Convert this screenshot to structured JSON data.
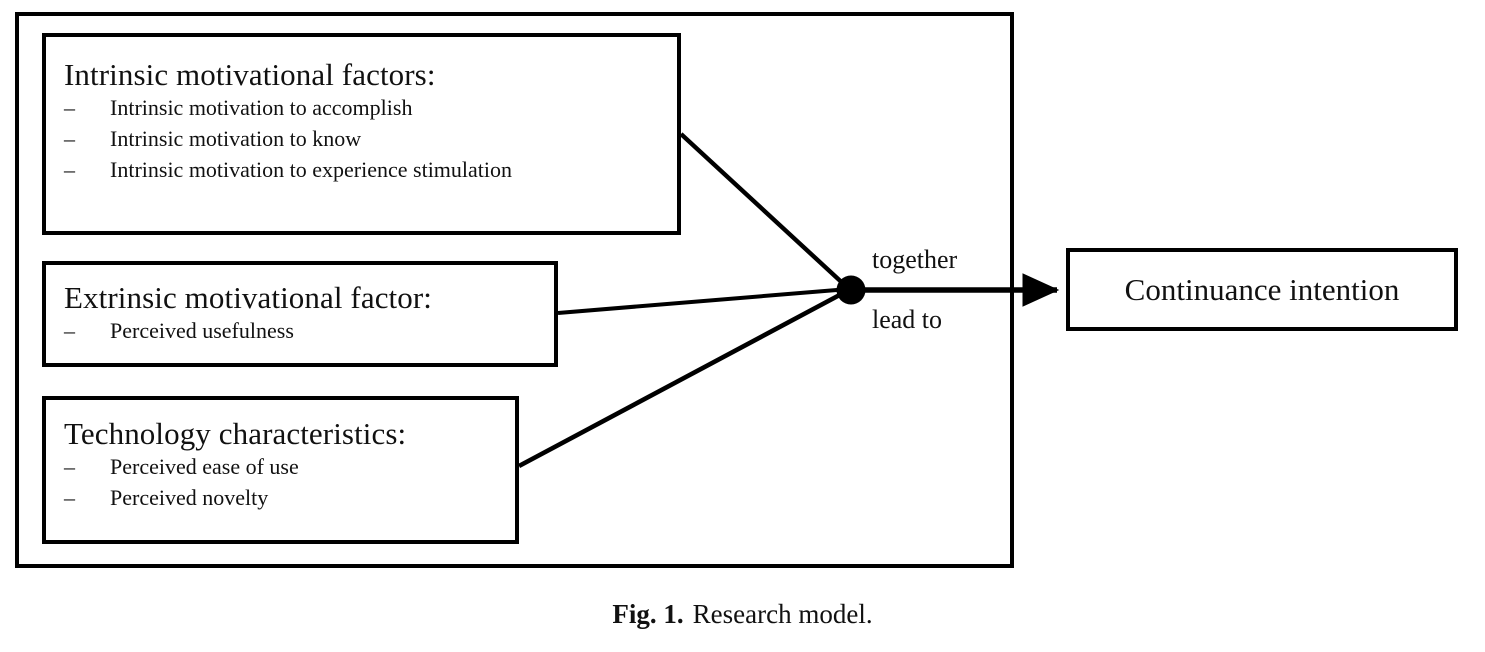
{
  "figure": {
    "caption_label": "Fig. 1.",
    "caption_text": "Research model."
  },
  "colors": {
    "stroke": "#000000",
    "background": "#ffffff",
    "text": "#111111"
  },
  "diagram": {
    "type": "conceptual-research-model",
    "antecedent_boxes": [
      {
        "id": "intrinsic",
        "heading": "Intrinsic motivational factors:",
        "bullet_marker": "–",
        "items": [
          "Intrinsic motivation to accomplish",
          "Intrinsic motivation to know",
          "Intrinsic motivation to experience stimulation"
        ]
      },
      {
        "id": "extrinsic",
        "heading": "Extrinsic motivational factor:",
        "bullet_marker": "–",
        "items": [
          "Perceived usefulness"
        ]
      },
      {
        "id": "technology",
        "heading": "Technology characteristics:",
        "bullet_marker": "–",
        "items": [
          "Perceived ease of use",
          "Perceived novelty"
        ]
      }
    ],
    "junction": {
      "label_line_1": "together",
      "label_line_2": "lead to"
    },
    "outcome_box": {
      "label": "Continuance intention"
    }
  }
}
